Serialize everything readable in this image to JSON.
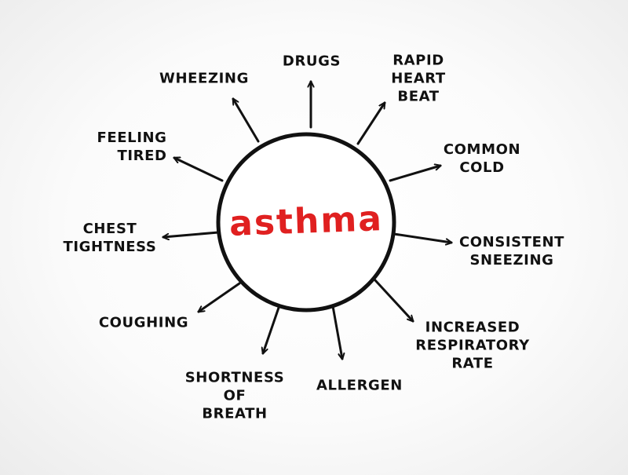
{
  "center": {
    "title": "asthma",
    "title_color": "#e02020"
  },
  "colors": {
    "ink": "#111111",
    "background": "#ffffff"
  },
  "branches": [
    {
      "id": "wheezing",
      "label": "WHEEZING"
    },
    {
      "id": "drugs",
      "label": "DRUGS"
    },
    {
      "id": "rapid-heart-beat",
      "label": "RAPID\nHEART\nBEAT"
    },
    {
      "id": "feeling-tired",
      "label": "FEELING\nTIRED"
    },
    {
      "id": "common-cold",
      "label": "COMMON\nCOLD"
    },
    {
      "id": "chest-tightness",
      "label": "CHEST\nTIGHTNESS"
    },
    {
      "id": "consistent-sneezing",
      "label": "CONSISTENT\nSNEEZING"
    },
    {
      "id": "coughing",
      "label": "COUGHING"
    },
    {
      "id": "increased-respiratory-rate",
      "label": "INCREASED\nRESPIRATORY\nRATE"
    },
    {
      "id": "shortness-of-breath",
      "label": "SHORTNESS\nOF\nBREATH"
    },
    {
      "id": "allergen",
      "label": "ALLERGEN"
    }
  ]
}
